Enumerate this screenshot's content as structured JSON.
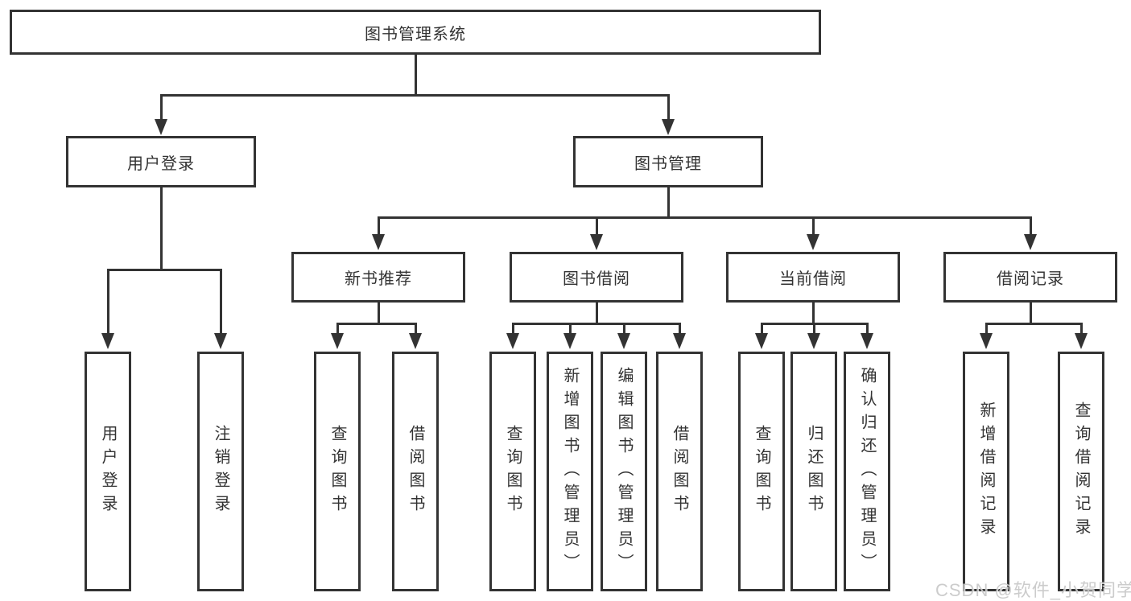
{
  "tree": {
    "root": {
      "label": "图书管理系统"
    },
    "branches": [
      {
        "label": "用户登录",
        "children": [
          {
            "label": "用户登录"
          },
          {
            "label": "注销登录"
          }
        ]
      },
      {
        "label": "图书管理",
        "children": [
          {
            "label": "新书推荐",
            "children": [
              {
                "label": "查询图书"
              },
              {
                "label": "借阅图书"
              }
            ]
          },
          {
            "label": "图书借阅",
            "children": [
              {
                "label": "查询图书"
              },
              {
                "label": "新增图书（管理员）"
              },
              {
                "label": "编辑图书（管理员）"
              },
              {
                "label": "借阅图书"
              }
            ]
          },
          {
            "label": "当前借阅",
            "children": [
              {
                "label": "查询图书"
              },
              {
                "label": "归还图书"
              },
              {
                "label": "确认归还（管理员）"
              }
            ]
          },
          {
            "label": "借阅记录",
            "children": [
              {
                "label": "新增借阅记录"
              },
              {
                "label": "查询借阅记录"
              }
            ]
          }
        ]
      }
    ]
  },
  "watermark": {
    "text": "CSDN @软件_小贺同学"
  },
  "colors": {
    "line": "#333333",
    "text": "#333333",
    "watermark": "#c8c8c8",
    "background": "#ffffff"
  }
}
